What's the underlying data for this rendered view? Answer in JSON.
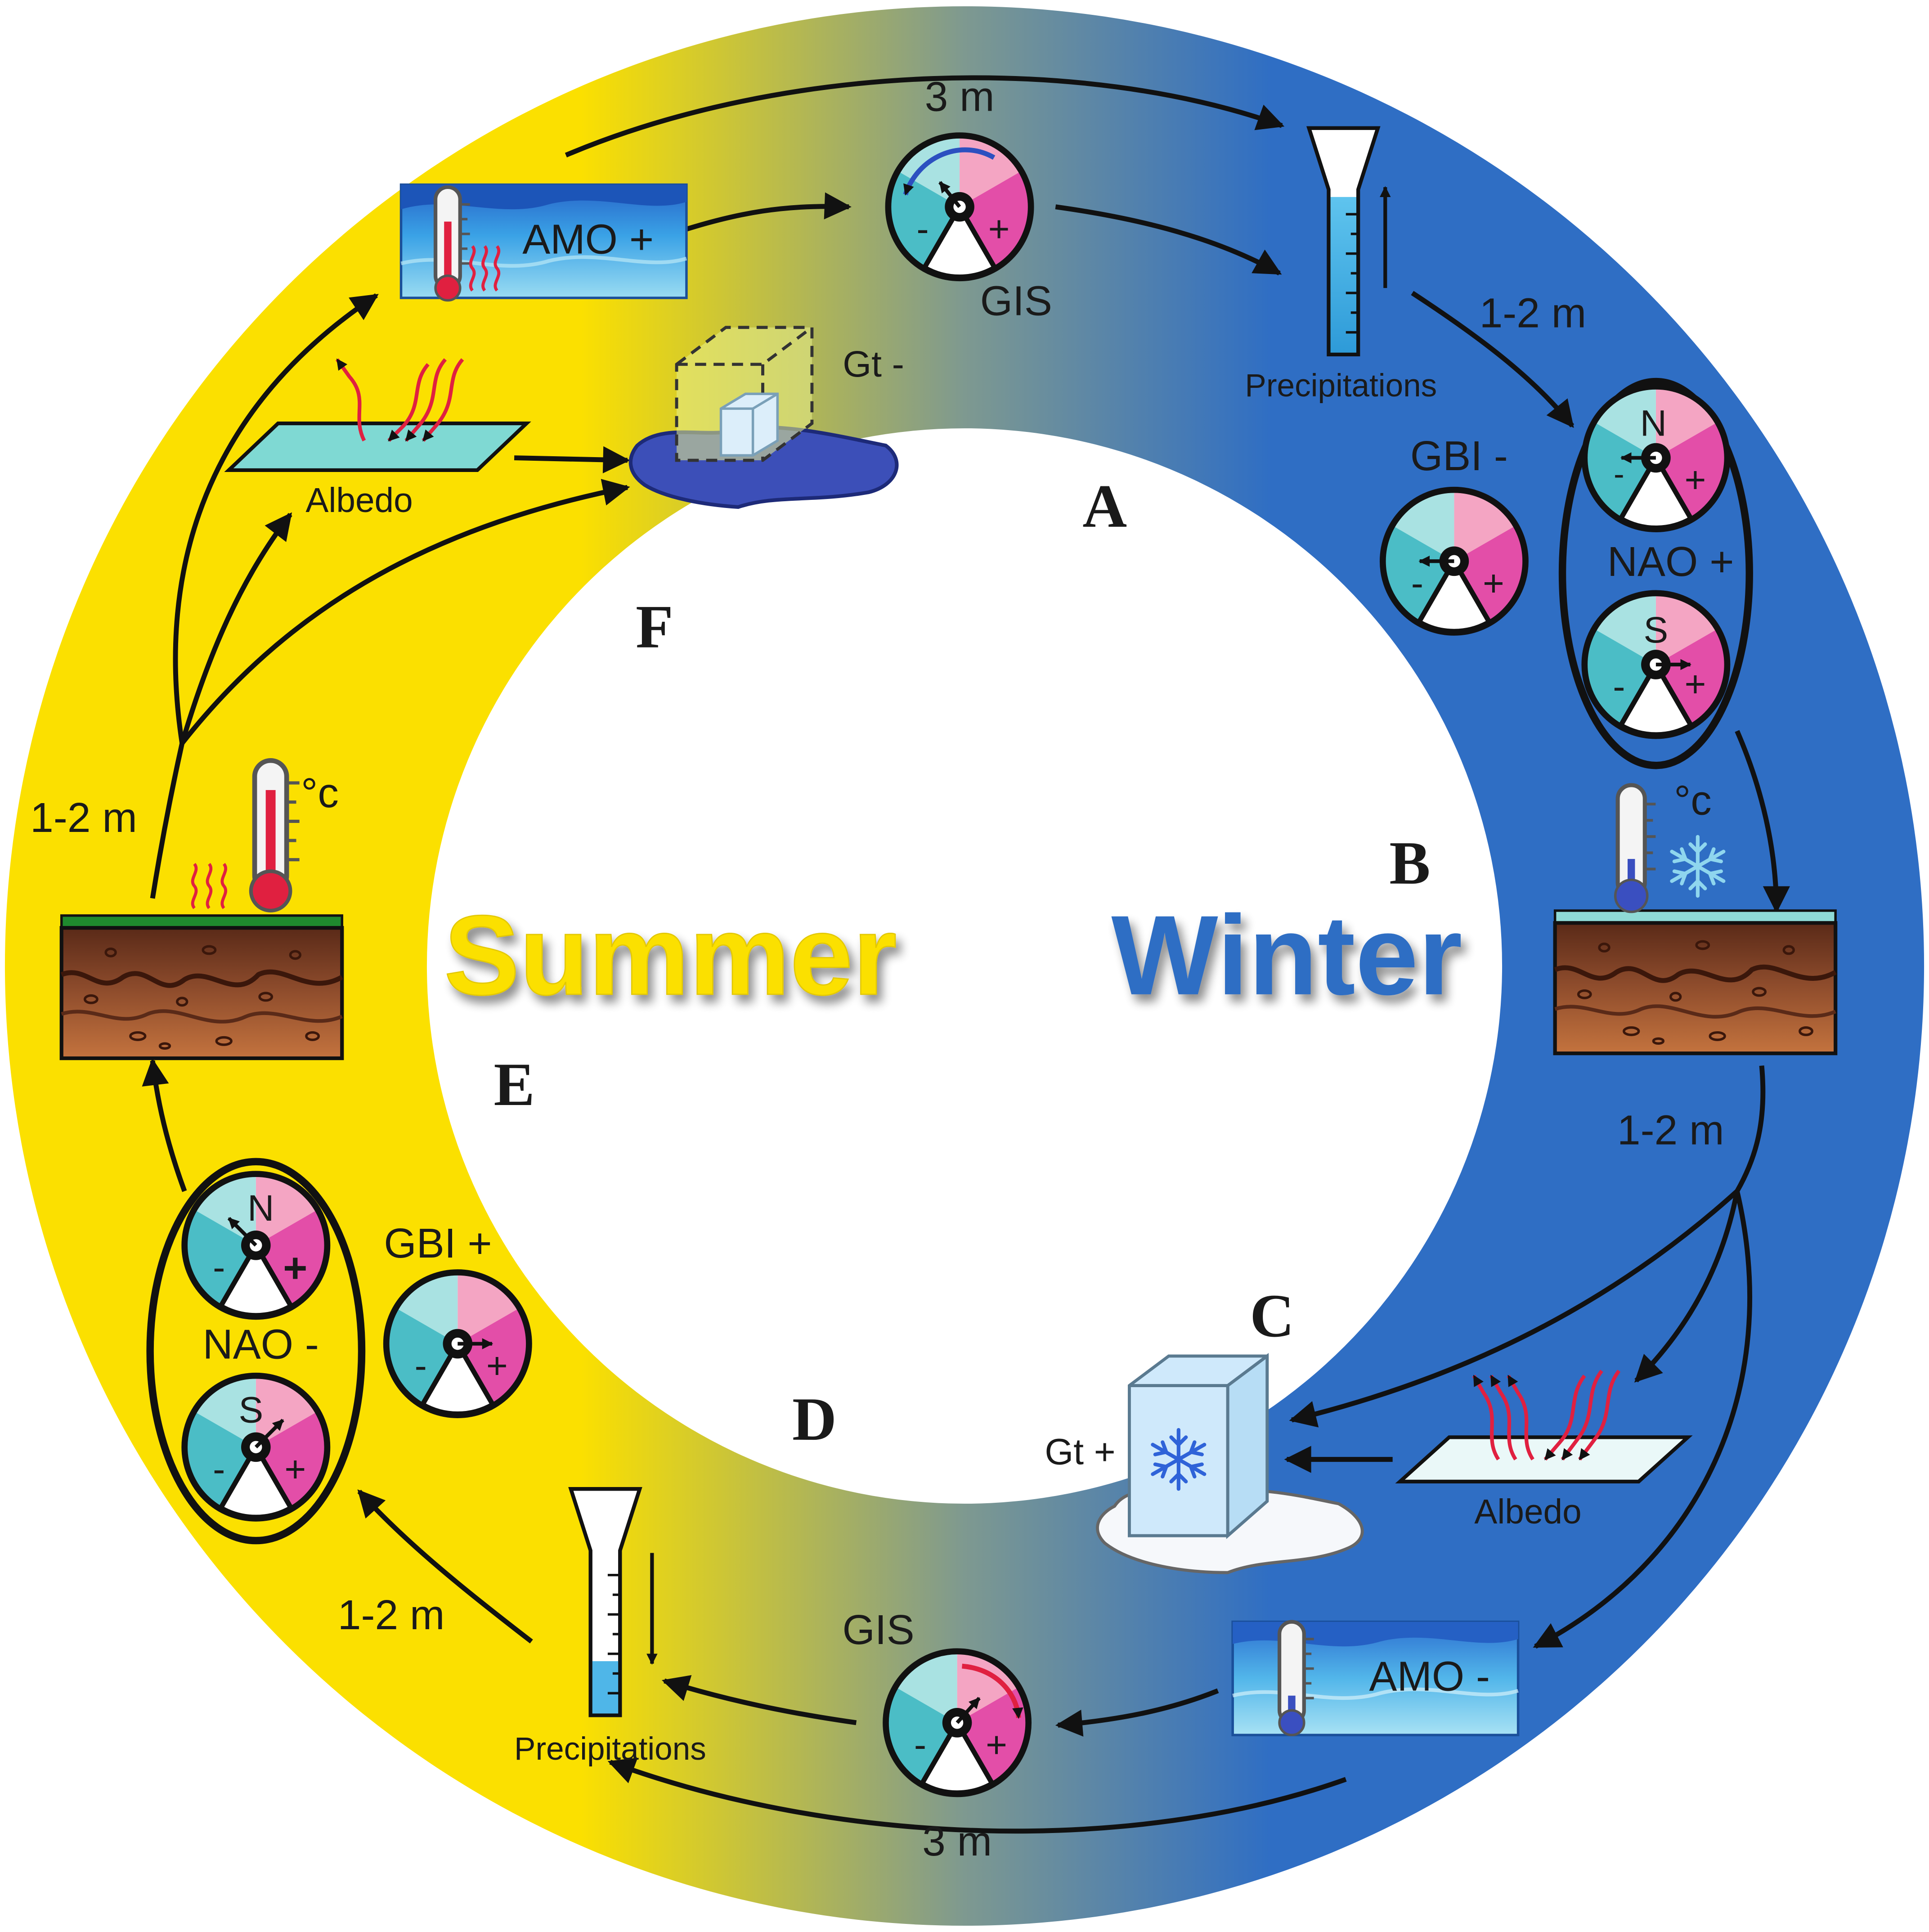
{
  "colors": {
    "summer": "#fbe000",
    "winter": "#2f6ec4",
    "transition": "#7e9990",
    "outline": "#111111",
    "gauge_pink": "#f4a5c3",
    "gauge_magenta": "#e34ea8",
    "gauge_light_teal": "#a9e2e2",
    "gauge_teal": "#4bbdc6",
    "warm_red": "#e02040",
    "cold_blue": "#3a4fc0",
    "ice_blue": "#c8e8f8",
    "soil_brown": "#8b4a2b",
    "grass": "#1f8a2e",
    "water_dark": "#2c6fd0",
    "water_light": "#8fd6f2"
  },
  "seasons": {
    "summer": "Summer",
    "winter": "Winter"
  },
  "stages": {
    "a": "A",
    "b": "B",
    "c": "C",
    "d": "D",
    "e": "E",
    "f": "F"
  },
  "lags": {
    "top": "3 m",
    "right_upper": "1-2 m",
    "right_lower": "1-2 m",
    "bottom": "3 m",
    "left_lower": "1-2 m",
    "left_upper": "1-2 m"
  },
  "winter_side": {
    "gis_label": "GIS",
    "precip_label": "Precipitations",
    "gbi_label": "GBI -",
    "nao_label": "NAO +",
    "nao_north": "N",
    "nao_south": "S",
    "temp_unit": "°c",
    "ice_label": "Gt +",
    "albedo_label": "Albedo",
    "amo_label": "AMO -"
  },
  "summer_side": {
    "gis_label": "GIS",
    "precip_label": "Precipitations",
    "gbi_label": "GBI +",
    "nao_label": "NAO -",
    "nao_north": "N",
    "nao_south": "S",
    "temp_unit": "°c",
    "ice_label": "Gt -",
    "albedo_label": "Albedo",
    "amo_label": "AMO +"
  },
  "gauge": {
    "plus": "+",
    "minus": "-"
  },
  "icons": [
    "thermometer-icon",
    "snowflake-icon",
    "heat-waves-icon",
    "rain-gauge-icon",
    "ice-cube-icon",
    "soil-layer-icon",
    "ocean-icon",
    "albedo-plane-icon",
    "gauge-dial-icon"
  ]
}
